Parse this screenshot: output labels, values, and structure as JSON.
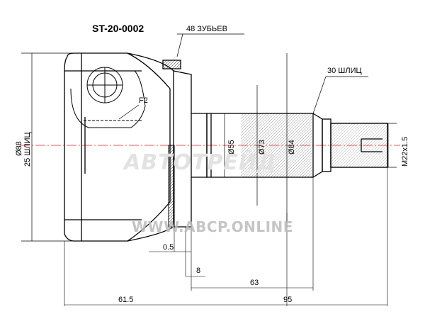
{
  "part_number": "ST-20-0002",
  "labels": {
    "teeth": "48 ЗУБЬЕВ",
    "outer_splines": "30 ШЛИЦ",
    "inner_splines": "25 ШЛИЦ",
    "f2": "F2",
    "d88": "Ø88",
    "d55": "Ø55",
    "d73": "Ø73",
    "d84": "Ø84",
    "thread": "M22x1.5",
    "dim_05": "0.5",
    "dim_8": "8",
    "dim_63": "63",
    "dim_615": "61.5",
    "dim_95": "95"
  },
  "watermarks": {
    "site": "WWW.ABCP.ONLINE",
    "brand": "АВТОТРЕЙД"
  }
}
